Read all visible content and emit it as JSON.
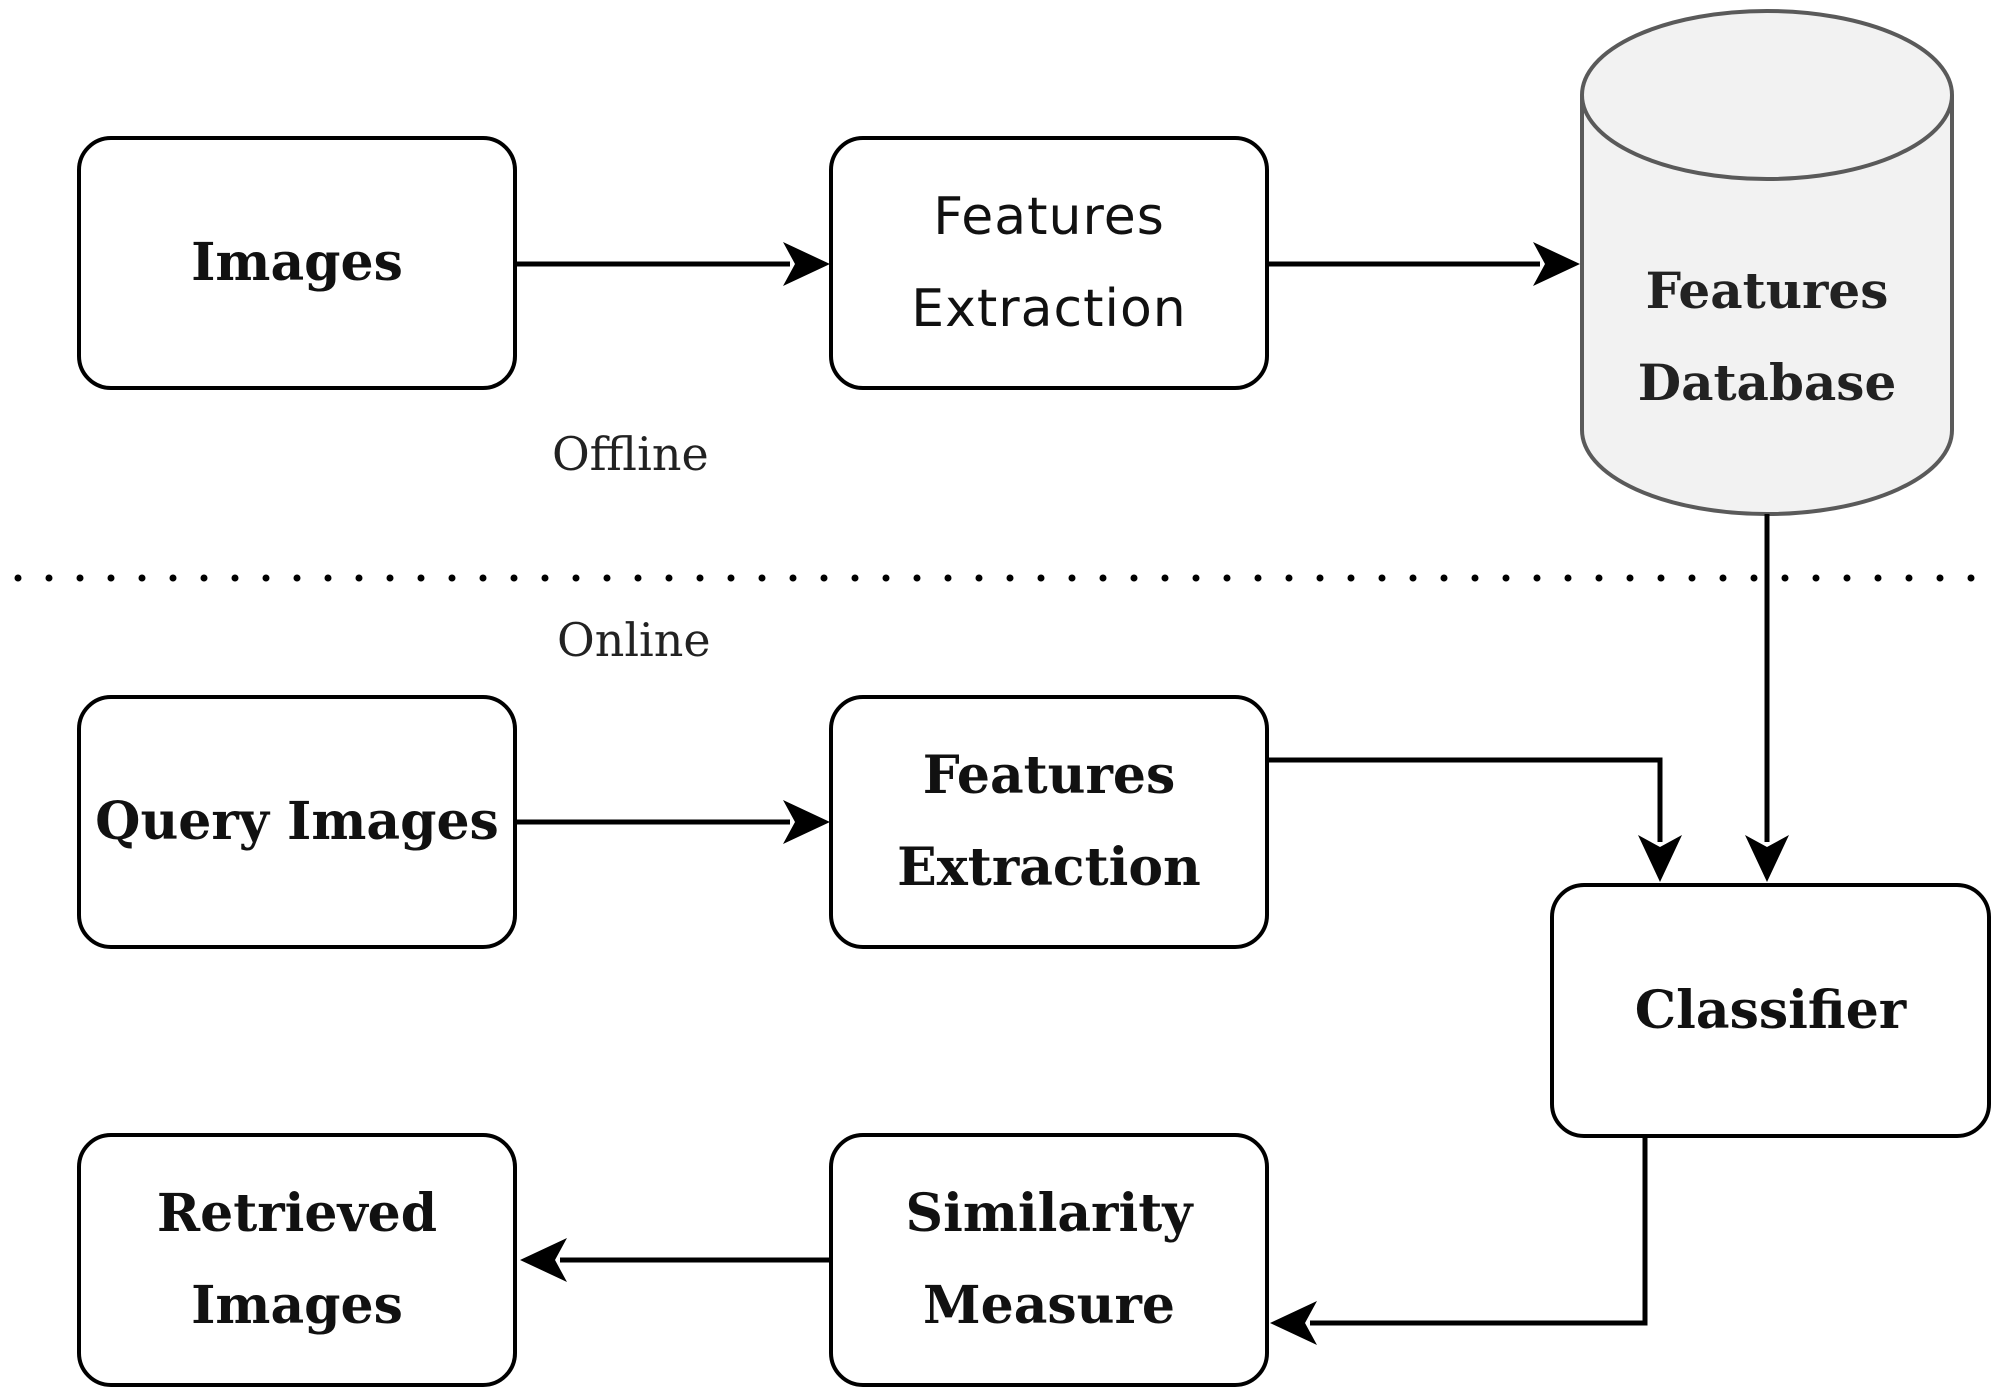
{
  "nodes": {
    "images": {
      "line1": "Images"
    },
    "features_extraction_offline": {
      "line1": "Features",
      "line2": "Extraction"
    },
    "features_database": {
      "line1": "Features",
      "line2": "Database"
    },
    "query_images": {
      "line1": "Query Images"
    },
    "features_extraction_online": {
      "line1": "Features",
      "line2": "Extraction"
    },
    "classifier": {
      "line1": "Classifier"
    },
    "similarity_measure": {
      "line1": "Similarity",
      "line2": "Measure"
    },
    "retrieved_images": {
      "line1": "Retrieved",
      "line2": "Images"
    }
  },
  "sections": {
    "offline": "Offline",
    "online": "Online"
  },
  "edges": [
    {
      "from": "images",
      "to": "features_extraction_offline"
    },
    {
      "from": "features_extraction_offline",
      "to": "features_database"
    },
    {
      "from": "features_database",
      "to": "classifier"
    },
    {
      "from": "query_images",
      "to": "features_extraction_online"
    },
    {
      "from": "features_extraction_online",
      "to": "classifier"
    },
    {
      "from": "classifier",
      "to": "similarity_measure"
    },
    {
      "from": "similarity_measure",
      "to": "retrieved_images"
    }
  ],
  "colors": {
    "stroke": "#000000",
    "database_fill": "#f2f2f2",
    "database_stroke": "#5a5a5a",
    "background": "#ffffff"
  }
}
